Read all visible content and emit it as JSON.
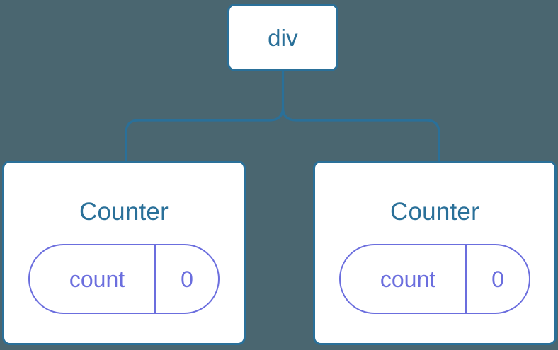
{
  "diagram": {
    "type": "component-tree",
    "background_color": "#4a6670",
    "node_border_color": "#2a7099",
    "node_fill_color": "#ffffff",
    "node_text_color": "#2a7099",
    "state_pill_color": "#6b6ede",
    "connector_color": "#2a7099",
    "root": {
      "label": "div"
    },
    "children": [
      {
        "label": "Counter",
        "state": {
          "key": "count",
          "value": "0"
        }
      },
      {
        "label": "Counter",
        "state": {
          "key": "count",
          "value": "0"
        }
      }
    ]
  }
}
